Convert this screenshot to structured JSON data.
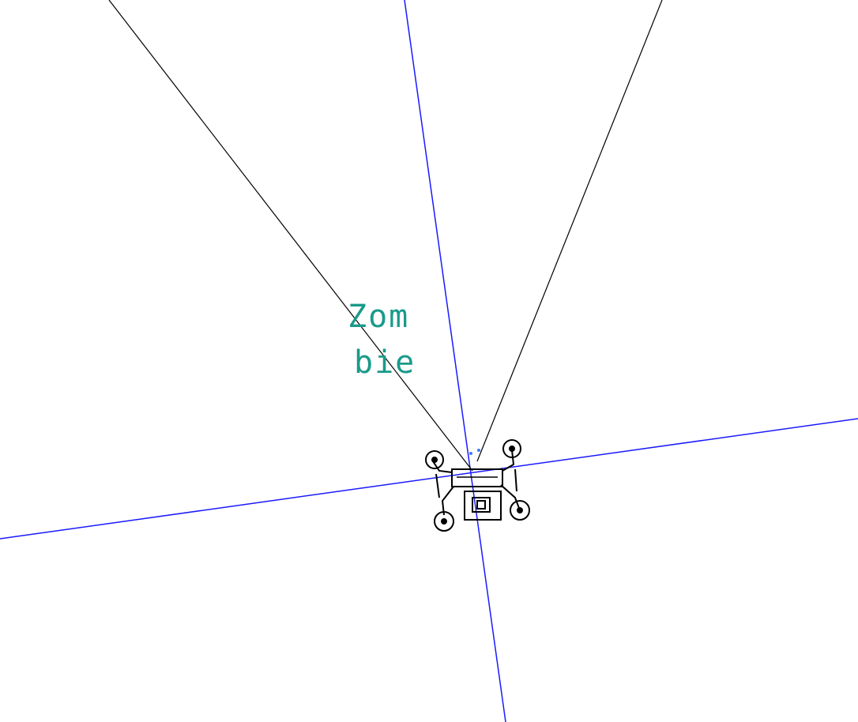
{
  "scene": {
    "background_color": "#ffffff",
    "axis_color": "#1a1aff",
    "view_line_color": "#000000",
    "label_color": "#1a9a8a",
    "entity": {
      "type": "drone",
      "icon": "quadcopter-drone-icon"
    },
    "label": {
      "line1": "Zom",
      "line2": "bie"
    }
  }
}
